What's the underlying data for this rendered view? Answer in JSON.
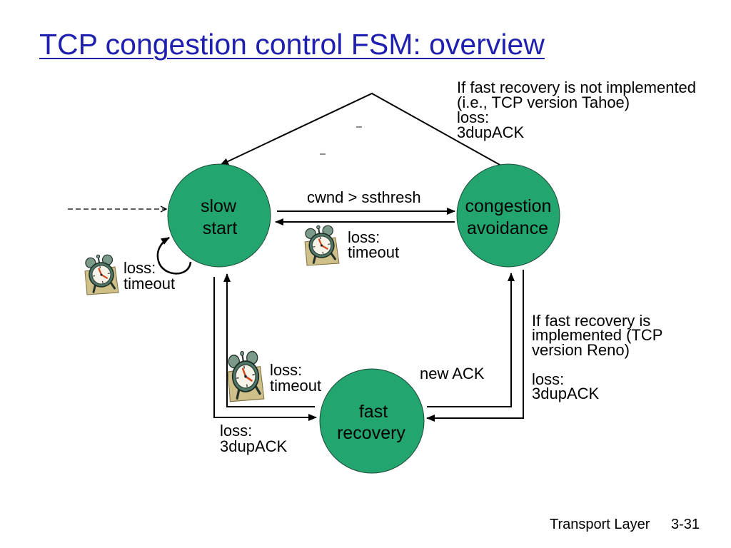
{
  "slide": {
    "title": "TCP congestion control FSM: overview",
    "footer_section": "Transport Layer",
    "footer_page": "3-31"
  },
  "states": {
    "slow_start": [
      "slow",
      "start"
    ],
    "congestion_avoidance": [
      "congestion",
      "avoidance"
    ],
    "fast_recovery": [
      "fast",
      "recovery"
    ]
  },
  "transitions": {
    "slow_start_to_congestion_avoidance": "cwnd > ssthresh",
    "slow_start_self_loop": [
      "loss:",
      "timeout"
    ],
    "congestion_avoidance_to_slow_start": [
      "loss:",
      "timeout"
    ],
    "fast_recovery_to_slow_start": [
      "loss:",
      "timeout"
    ],
    "slow_start_to_fast_recovery": [
      "loss:",
      "3dupACK"
    ],
    "fast_recovery_to_congestion_avoidance": "new ACK"
  },
  "notes": {
    "tahoe": {
      "condition": [
        "If fast recovery is not implemented",
        "(i.e., TCP version Tahoe)"
      ],
      "event": [
        "loss:",
        "3dupACK"
      ]
    },
    "reno": {
      "condition": [
        "If fast recovery is",
        "implemented (TCP",
        "version Reno)"
      ],
      "event": [
        "loss:",
        "3dupACK"
      ]
    }
  },
  "icons": {
    "timeout_marker": "alarm-clock-icon"
  },
  "colors": {
    "title": "#1f1fb0",
    "state_fill": "#22a56e",
    "text": "#000000",
    "clock_backdrop": "#cfc08a"
  }
}
